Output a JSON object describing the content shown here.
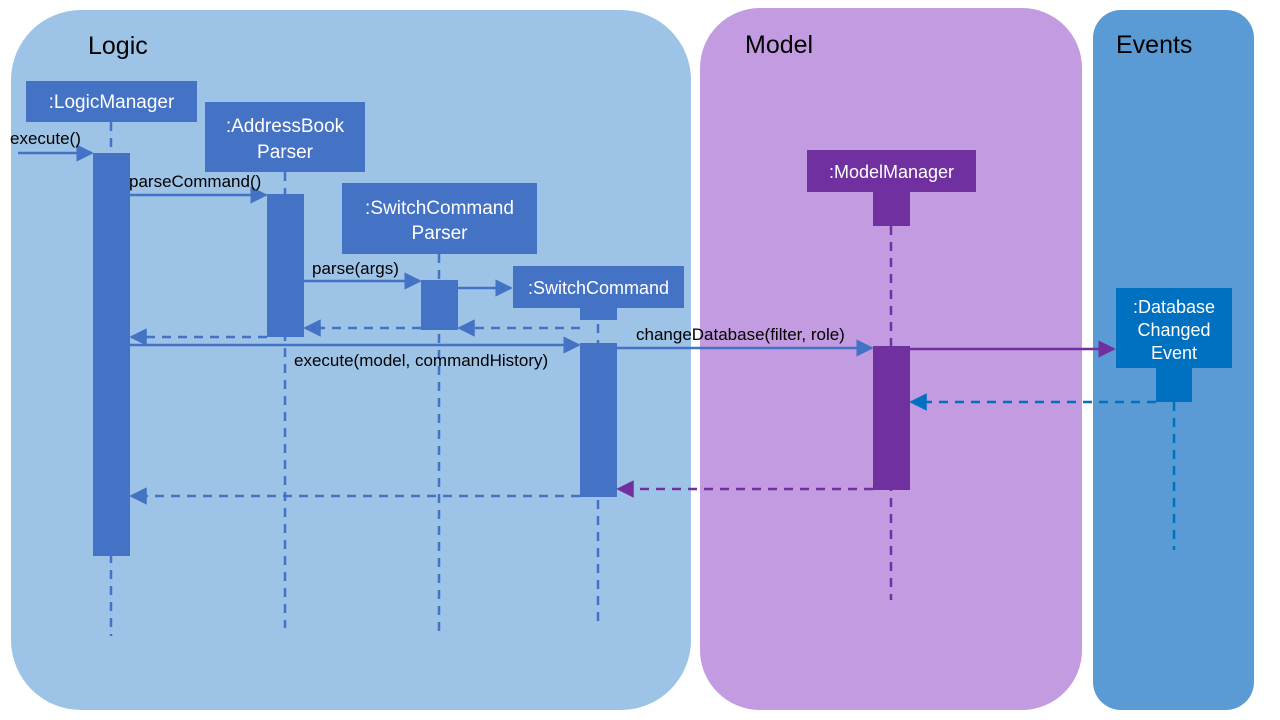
{
  "regions": {
    "logic": {
      "title": "Logic",
      "color": "#9DC3E6"
    },
    "model": {
      "title": "Model",
      "color": "#C39BE1"
    },
    "events": {
      "title": "Events",
      "color": "#5B9BD5"
    }
  },
  "participants": {
    "logic_manager": {
      "label": ":LogicManager"
    },
    "address_book_parser": {
      "line1": ":AddressBook",
      "line2": "Parser"
    },
    "switch_command_parser": {
      "line1": ":SwitchCommand",
      "line2": "Parser"
    },
    "switch_command": {
      "label": ":SwitchCommand"
    },
    "model_manager": {
      "label": ":ModelManager"
    },
    "database_changed_event": {
      "line1": ":Database",
      "line2": "Changed",
      "line3": "Event"
    }
  },
  "messages": {
    "execute": "execute()",
    "parse_command": "parseCommand()",
    "parse_args": "parse(args)",
    "execute_model": "execute(model, commandHistory)",
    "change_database": "changeDatabase(filter, role)"
  },
  "colors": {
    "logic_box": "#4472C4",
    "model_box": "#7030A0",
    "event_box": "#0070C0",
    "arrow_blue": "#4472C4",
    "arrow_purple": "#7030A0",
    "arrow_event": "#0070C0"
  }
}
